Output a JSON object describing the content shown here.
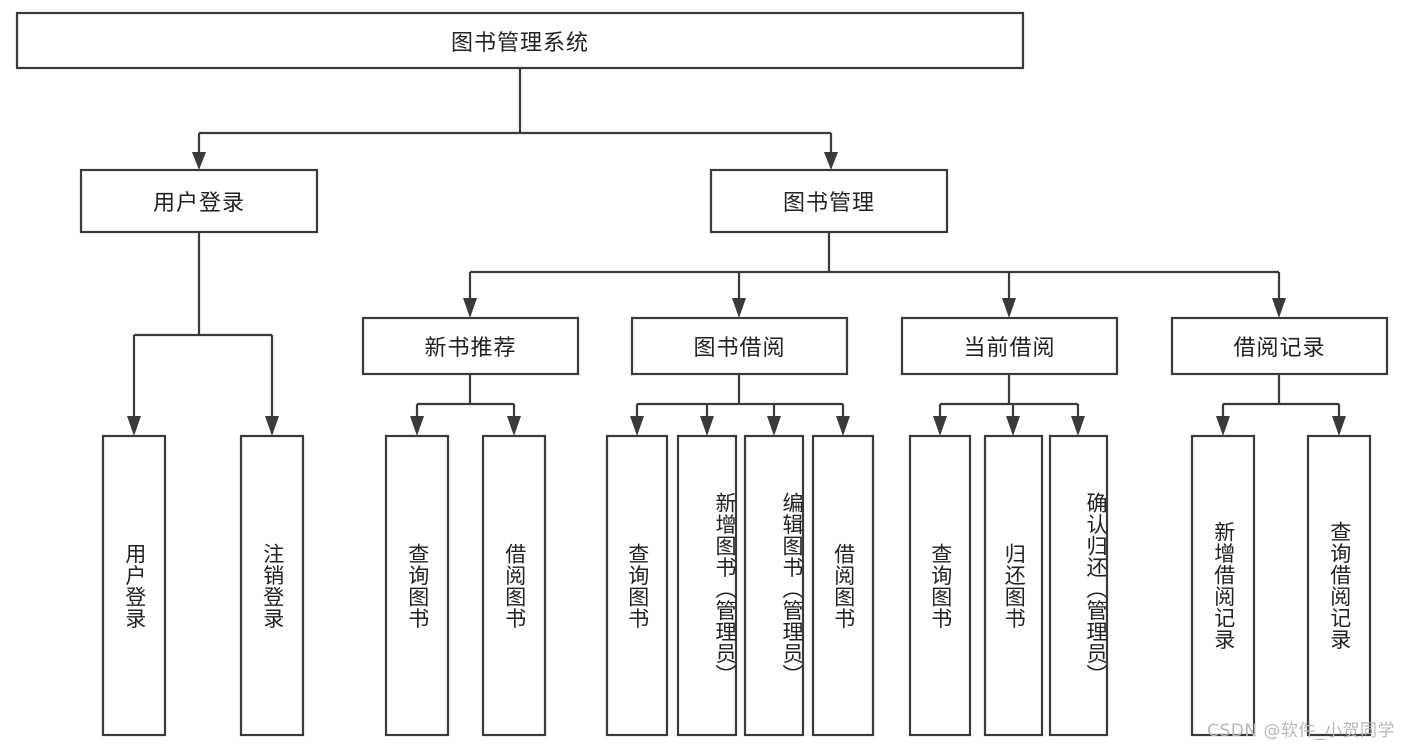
{
  "diagram": {
    "title": "图书管理系统",
    "type": "tree-hierarchy-diagram",
    "colors": {
      "box_fill": "#ffffff",
      "box_stroke": "#3a3a3a",
      "text": "#222222",
      "background": "#ffffff",
      "watermark": "#b8b8b8"
    },
    "watermark": "CSDN @软件_小贺同学",
    "root": {
      "label": "图书管理系统"
    },
    "level2": [
      {
        "label": "用户登录"
      },
      {
        "label": "图书管理"
      }
    ],
    "level3": [
      {
        "label": "新书推荐"
      },
      {
        "label": "图书借阅"
      },
      {
        "label": "当前借阅"
      },
      {
        "label": "借阅记录"
      }
    ],
    "leaves": {
      "user_login": [
        {
          "label": "用户登录"
        },
        {
          "label": "注销登录"
        }
      ],
      "new_book_recommend": [
        {
          "label": "查询图书"
        },
        {
          "label": "借阅图书"
        }
      ],
      "book_borrow": [
        {
          "label": "查询图书"
        },
        {
          "label": "新增图书（管理员）"
        },
        {
          "label": "编辑图书（管理员）"
        },
        {
          "label": "借阅图书"
        }
      ],
      "current_borrow": [
        {
          "label": "查询图书"
        },
        {
          "label": "归还图书"
        },
        {
          "label": "确认归还（管理员）"
        }
      ],
      "borrow_record": [
        {
          "label": "新增借阅记录"
        },
        {
          "label": "查询借阅记录"
        }
      ]
    }
  }
}
